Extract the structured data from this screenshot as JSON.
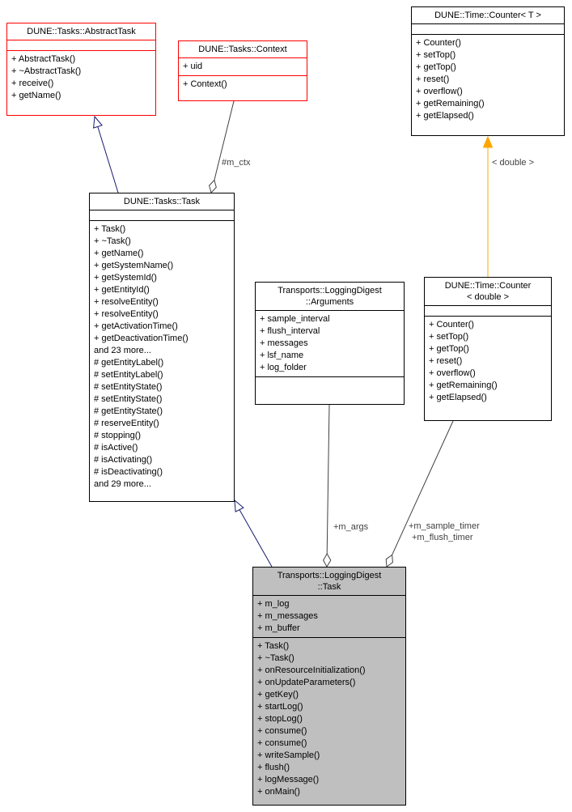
{
  "classes": {
    "abstract_task": {
      "title": [
        "DUNE::Tasks::AbstractTask"
      ],
      "attributes": [],
      "methods": [
        "+ AbstractTask()",
        "+ ~AbstractTask()",
        "+ receive()",
        "+ getName()"
      ],
      "border_color": "#ff0000",
      "fill": "#ffffff"
    },
    "context": {
      "title": [
        "DUNE::Tasks::Context"
      ],
      "attributes": [
        "+ uid"
      ],
      "methods": [
        "+ Context()"
      ],
      "border_color": "#ff0000",
      "fill": "#ffffff"
    },
    "counter_t": {
      "title": [
        "DUNE::Time::Counter< T >"
      ],
      "attributes": [],
      "methods": [
        "+ Counter()",
        "+ setTop()",
        "+ getTop()",
        "+ reset()",
        "+ overflow()",
        "+ getRemaining()",
        "+ getElapsed()"
      ],
      "border_color": "#000000",
      "fill": "#ffffff"
    },
    "task": {
      "title": [
        "DUNE::Tasks::Task"
      ],
      "attributes": [],
      "methods": [
        "+ Task()",
        "+ ~Task()",
        "+ getName()",
        "+ getSystemName()",
        "+ getSystemId()",
        "+ getEntityId()",
        "+ resolveEntity()",
        "+ resolveEntity()",
        "+ getActivationTime()",
        "+ getDeactivationTime()",
        "and 23 more...",
        "# getEntityLabel()",
        "# setEntityLabel()",
        "# setEntityState()",
        "# setEntityState()",
        "# getEntityState()",
        "# reserveEntity()",
        "# stopping()",
        "# isActive()",
        "# isActivating()",
        "# isDeactivating()",
        "and 29 more..."
      ],
      "border_color": "#000000",
      "fill": "#ffffff"
    },
    "arguments": {
      "title": [
        "Transports::LoggingDigest",
        "::Arguments"
      ],
      "attributes": [
        "+ sample_interval",
        "+ flush_interval",
        "+ messages",
        "+ lsf_name",
        "+ log_folder"
      ],
      "methods": [],
      "border_color": "#000000",
      "fill": "#ffffff"
    },
    "counter_double": {
      "title": [
        "DUNE::Time::Counter",
        "< double >"
      ],
      "attributes": [],
      "methods": [
        "+ Counter()",
        "+ setTop()",
        "+ getTop()",
        "+ reset()",
        "+ overflow()",
        "+ getRemaining()",
        "+ getElapsed()"
      ],
      "border_color": "#000000",
      "fill": "#ffffff"
    },
    "logging_digest_task": {
      "title": [
        "Transports::LoggingDigest",
        "::Task"
      ],
      "attributes": [
        "+ m_log",
        "+ m_messages",
        "+ m_buffer"
      ],
      "methods": [
        "+ Task()",
        "+ ~Task()",
        "+ onResourceInitialization()",
        "+ onUpdateParameters()",
        "+ getKey()",
        "+ startLog()",
        "+ stopLog()",
        "+ consume()",
        "+ consume()",
        "+ writeSample()",
        "+ flush()",
        "+ logMessage()",
        "+ onMain()"
      ],
      "border_color": "#000000",
      "fill": "#bfbfbf"
    }
  },
  "edge_labels": {
    "m_ctx": "#m_ctx",
    "template_double": "< double >",
    "m_args": "+m_args",
    "m_sample_timer": "+m_sample_timer",
    "m_flush_timer": "+m_flush_timer"
  },
  "colors": {
    "inheritance_edge": "#191970",
    "aggregation_edge": "#404040",
    "template_edge": "#ffa500",
    "truncated_border": "#ff0000",
    "highlight_fill": "#bfbfbf",
    "class_fill": "#ffffff"
  }
}
